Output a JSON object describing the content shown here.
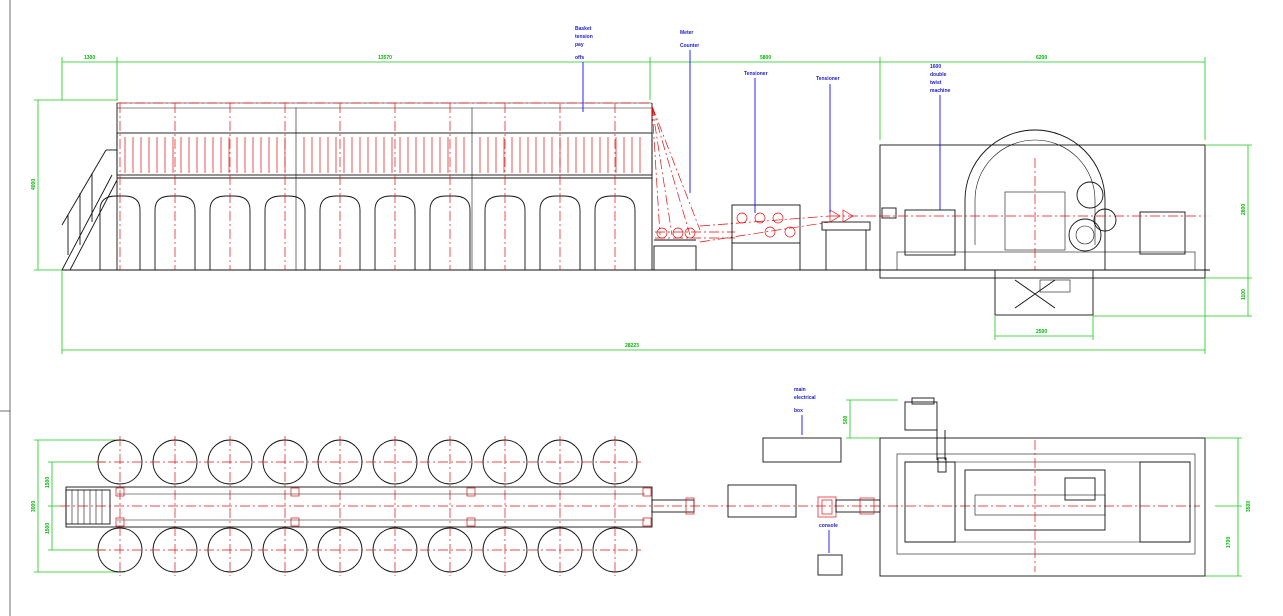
{
  "dimensions": {
    "top_segment_1": "1300",
    "top_segment_2": "13570",
    "top_segment_3": "5800",
    "top_segment_4": "6200",
    "left_height": "4000",
    "right_height": "2800",
    "right_pit_depth": "1100",
    "pit_width": "2500",
    "overall_length": "28223",
    "elec_box_offset": "500",
    "plan_left_upper": "1500",
    "plan_left_total": "3000",
    "plan_left_lower": "1500",
    "plan_right_total": "3500",
    "plan_right_lower": "1700"
  },
  "labels": {
    "basket_payoff": [
      "Basket",
      "tension",
      "pay",
      "offs"
    ],
    "meter_counter": [
      "Meter",
      "Counter"
    ],
    "tensioner_1": "Tensioner",
    "tensioner_2": "Tensioner",
    "twist_machine": [
      "1600",
      "double",
      "twist",
      "machine"
    ],
    "electrical_box": [
      "main",
      "electrical",
      "box"
    ],
    "console": "console"
  },
  "colors": {
    "dimension": "#19c819",
    "outline": "#111111",
    "centerline": "#e01010",
    "annotation": "#1010ff"
  }
}
